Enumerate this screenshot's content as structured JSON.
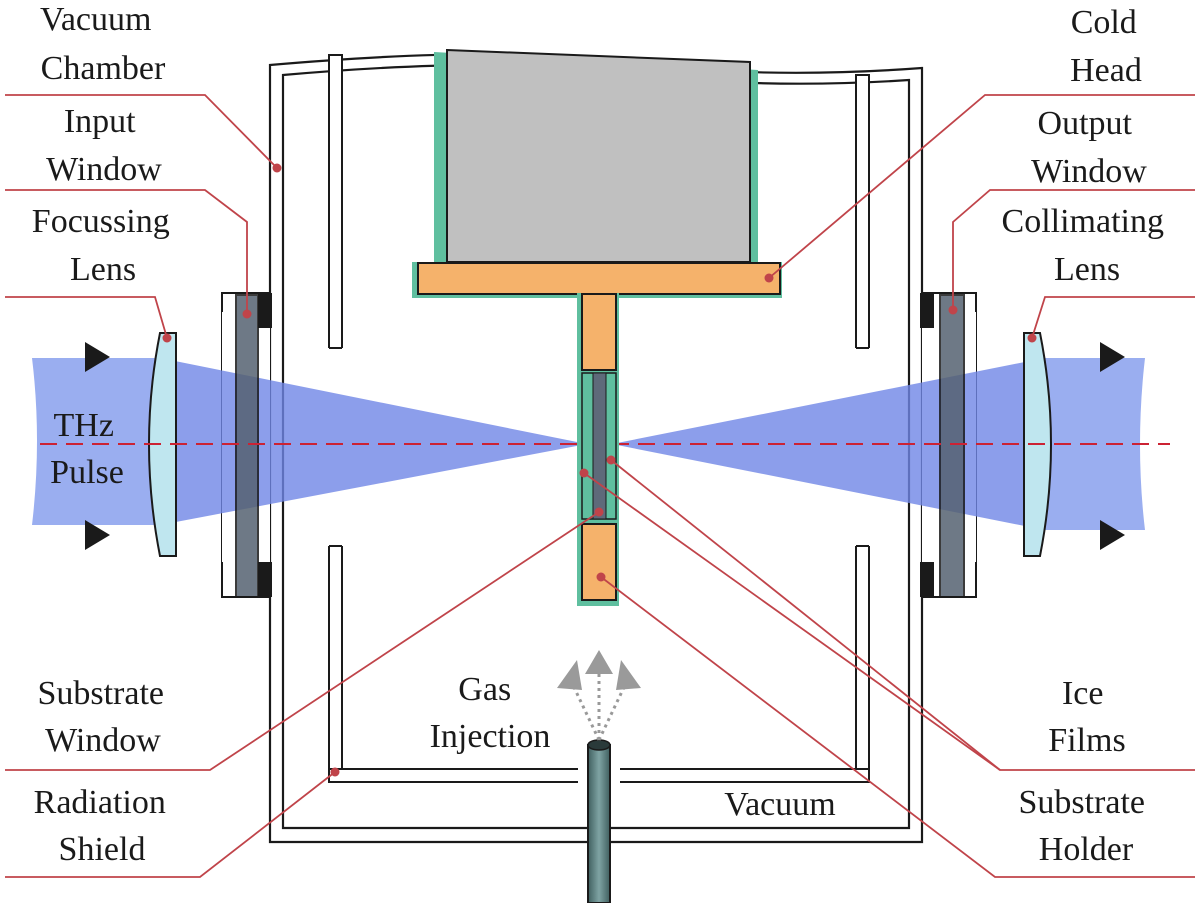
{
  "labels": {
    "vacuum_chamber": [
      "Vacuum",
      "Chamber"
    ],
    "input_window": [
      "Input",
      "Window"
    ],
    "focussing_lens": [
      "Focussing",
      "Lens"
    ],
    "thz_pulse": [
      "THz",
      "Pulse"
    ],
    "cold_head": [
      "Cold",
      "Head"
    ],
    "output_window": [
      "Output",
      "Window"
    ],
    "collimating_lens": [
      "Collimating",
      "Lens"
    ],
    "substrate_window": [
      "Substrate",
      "Window"
    ],
    "radiation_shield": [
      "Radiation",
      "Shield"
    ],
    "gas_injection": [
      "Gas",
      "Injection"
    ],
    "vacuum": "Vacuum",
    "ice_films": [
      "Ice",
      "Films"
    ],
    "substrate_holder": [
      "Substrate",
      "Holder"
    ]
  },
  "colors": {
    "beam": "#9aaef0",
    "beam_cone": "#6f86e6",
    "cold_head": "#c0c0c0",
    "cold_head_outline": "#5fbf9f",
    "holder": "#f5b26b",
    "window": "#707d8f",
    "lens": "#bfe6ef",
    "gas_pipe": "#5d7f7f",
    "leader": "#c0444a",
    "axis": "#cc2233"
  }
}
